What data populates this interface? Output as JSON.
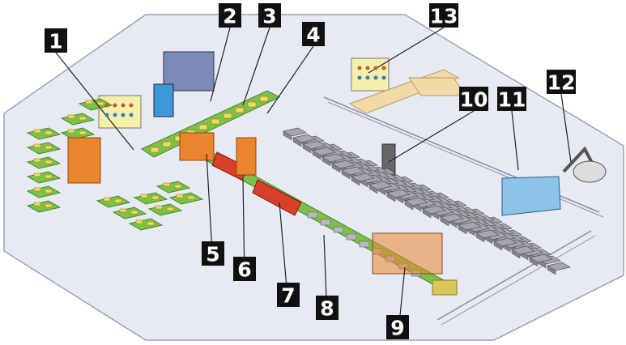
{
  "diagram": {
    "colors": {
      "floor": "#e8eaf3",
      "floor_edge": "#9aa0b8",
      "machine_green": "#7fc04a",
      "machine_green_dark": "#3f8a2a",
      "machine_orange": "#e8852d",
      "machine_red": "#d9402a",
      "rail_yellow": "#d8c85a",
      "pallet_grey": "#a5a6b0",
      "panel_yellow": "#f5f0a8",
      "crane_tan": "#f2d9a8",
      "station_blue": "#8cc4e8",
      "label_bg": "#111111",
      "label_fg": "#ffffff"
    },
    "callouts": [
      {
        "id": "c1",
        "label": "1",
        "icon": "label-box"
      },
      {
        "id": "c2",
        "label": "2",
        "icon": "label-box"
      },
      {
        "id": "c3",
        "label": "3",
        "icon": "label-box"
      },
      {
        "id": "c4",
        "label": "4",
        "icon": "label-box"
      },
      {
        "id": "c5",
        "label": "5",
        "icon": "label-box"
      },
      {
        "id": "c6",
        "label": "6",
        "icon": "label-box"
      },
      {
        "id": "c7",
        "label": "7",
        "icon": "label-box"
      },
      {
        "id": "c8",
        "label": "8",
        "icon": "label-box"
      },
      {
        "id": "c9",
        "label": "9",
        "icon": "label-box"
      },
      {
        "id": "c10",
        "label": "10",
        "icon": "label-box"
      },
      {
        "id": "c11",
        "label": "11",
        "icon": "label-box"
      },
      {
        "id": "c12",
        "label": "12",
        "icon": "label-box"
      },
      {
        "id": "c13",
        "label": "13",
        "icon": "label-box"
      }
    ]
  }
}
